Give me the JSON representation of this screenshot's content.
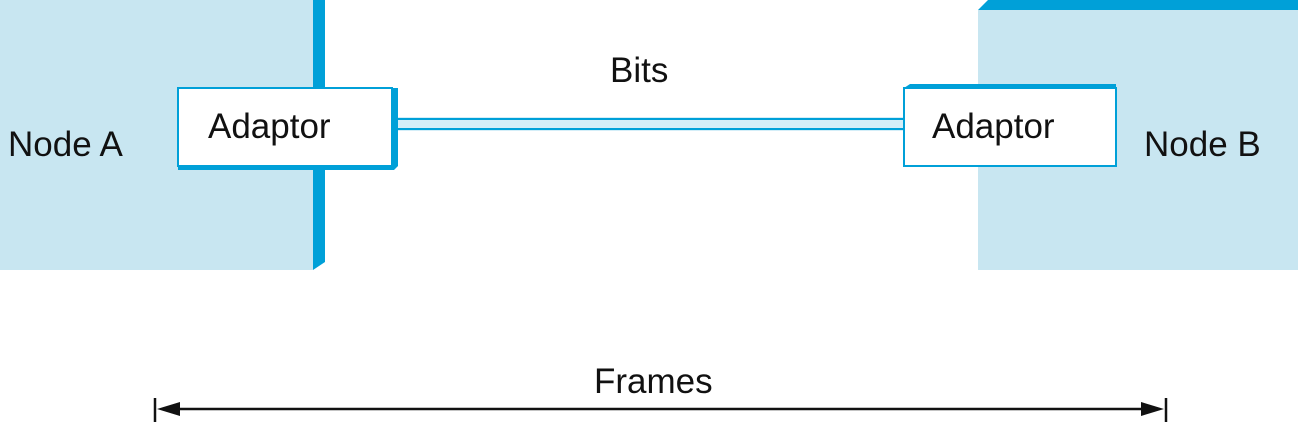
{
  "node_a": {
    "label": "Node A"
  },
  "node_b": {
    "label": "Node B"
  },
  "adaptor_a": {
    "label": "Adaptor"
  },
  "adaptor_b": {
    "label": "Adaptor"
  },
  "link": {
    "label": "Bits"
  },
  "frames": {
    "label": "Frames"
  },
  "colors": {
    "node_fill": "#c8e6f1",
    "node_edge": "#00a0d8",
    "adaptor_fill": "#ffffff",
    "link_fill": "#d4eef8",
    "text": "#111111",
    "arrow": "#111111"
  }
}
